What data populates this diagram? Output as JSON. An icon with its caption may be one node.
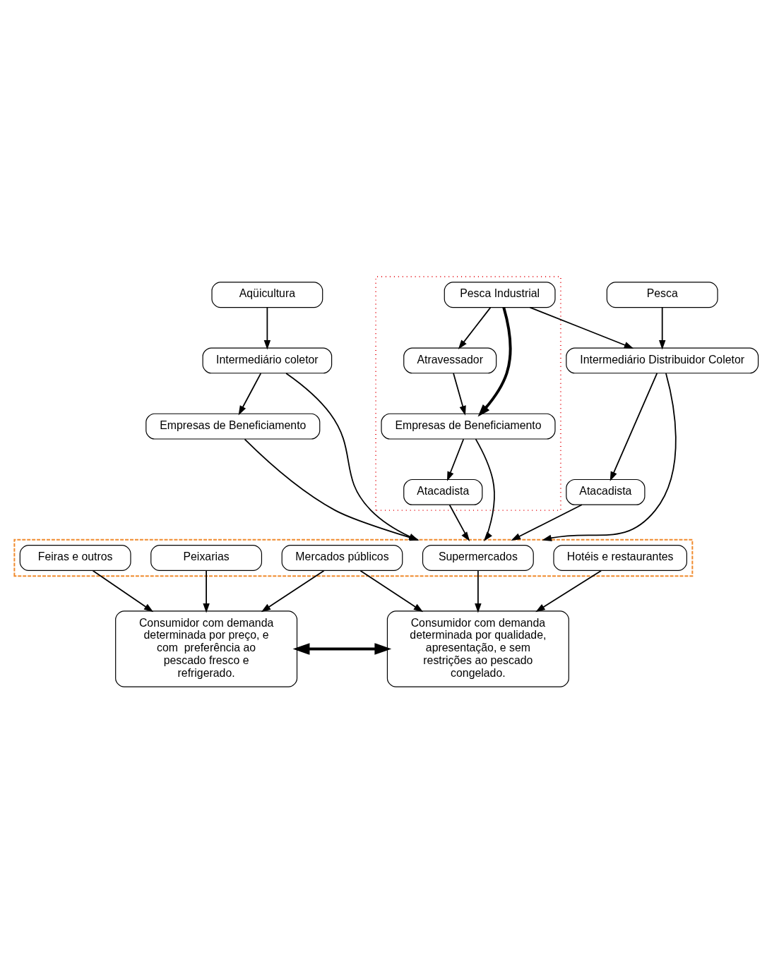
{
  "diagram": {
    "nodes": [
      {
        "text": [
          "Aqüicultura"
        ]
      },
      {
        "text": [
          "Pesca"
        ]
      },
      {
        "text": [],
        "shape": "box"
      },
      {
        "text": [
          "Pesca Industrial"
        ],
        "in": 2
      },
      {
        "text": [
          "Intermediário coletor"
        ]
      },
      {
        "text": [
          "Intermediário Distribuidor Coletor"
        ]
      },
      {
        "text": [
          "Atravessador"
        ],
        "in": 2
      },
      {
        "text": [
          "Empresas de Beneficiamento"
        ]
      },
      {
        "text": [
          "Empresas de Beneficiamento"
        ],
        "in": 2
      },
      {
        "text": [
          "Atacadista"
        ]
      },
      {
        "text": [
          "Atacadista"
        ],
        "in": 2
      },
      {
        "text": [],
        "shape": "box"
      },
      {
        "text": [
          "Peixarias"
        ],
        "in": 11
      },
      {
        "text": [
          "Mercados públicos"
        ],
        "in": 11
      },
      {
        "text": [
          "Supermercados"
        ],
        "in": 11
      },
      {
        "text": [
          "Feiras e outros"
        ],
        "in": 11
      },
      {
        "text": [
          "Hotéis e restaurantes"
        ],
        "in": 11
      },
      {
        "text": [
          "Consumidor com demanda determinada por preço, e com  preferência ao pescado fresco e refrigerado."
        ]
      },
      {
        "text": [
          "Consumidor com demanda determinada por qualidade, apresentação, e sem restrições ao pescado congelado."
        ]
      }
    ],
    "edges": [
      {
        "from": 0,
        "to": 4,
        "arrow": "to"
      },
      {
        "from": 1,
        "to": 5,
        "arrow": "to"
      },
      {
        "from": 3,
        "to": 5,
        "arrow": "to"
      },
      {
        "from": 3,
        "to": 6,
        "arrow": "to"
      },
      {
        "from": 3,
        "to": 8,
        "arrow": "to",
        "style": "thick"
      },
      {
        "from": 4,
        "to": 7,
        "arrow": "to"
      },
      {
        "from": 5,
        "to": 9,
        "arrow": "to"
      },
      {
        "from": 6,
        "to": 8,
        "arrow": "to"
      },
      {
        "from": 8,
        "to": 10,
        "arrow": "to"
      },
      {
        "from": 4,
        "to": 11,
        "arrow": "to"
      },
      {
        "from": 7,
        "to": 11,
        "arrow": "to"
      },
      {
        "from": 5,
        "to": 11,
        "arrow": "to"
      },
      {
        "from": 9,
        "to": 11,
        "arrow": "to"
      },
      {
        "from": 10,
        "to": 11,
        "arrow": "to"
      },
      {
        "from": 8,
        "to": 11,
        "arrow": "to"
      },
      {
        "from": 12,
        "to": 17,
        "arrow": "to"
      },
      {
        "from": 15,
        "to": 17,
        "arrow": "to"
      },
      {
        "from": 13,
        "to": 17,
        "arrow": "to"
      },
      {
        "from": 13,
        "to": 18,
        "arrow": "to"
      },
      {
        "from": 16,
        "to": 18,
        "arrow": "to"
      },
      {
        "from": 14,
        "to": 18,
        "arrow": "to"
      },
      {
        "from": 17,
        "to": 18,
        "arrow": "both",
        "style": "thick"
      }
    ]
  }
}
